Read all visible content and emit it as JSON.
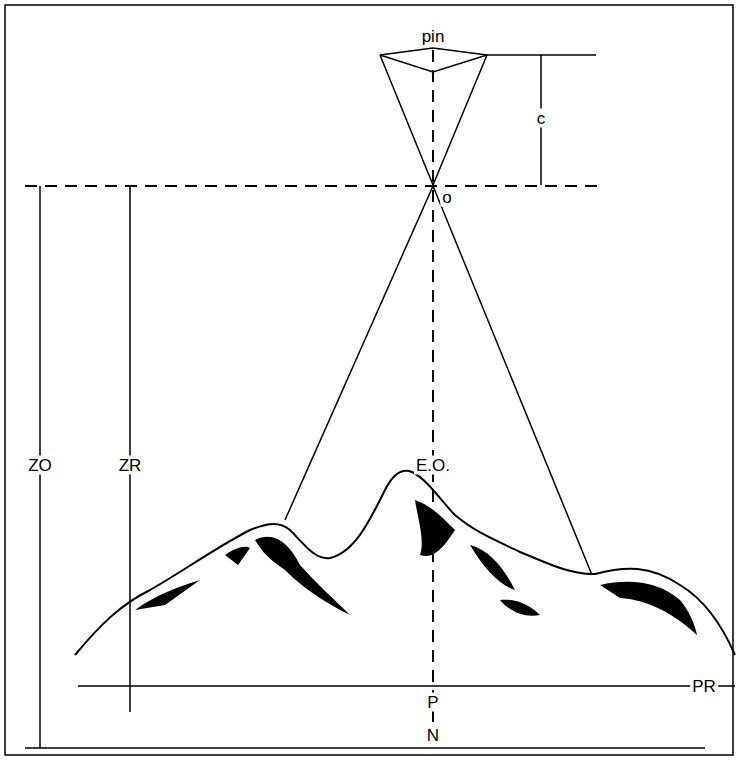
{
  "diagram": {
    "labels": [
      "pin",
      "c",
      "o",
      "ZO",
      "ZR",
      "E.O.",
      "PR",
      "P",
      "N"
    ]
  }
}
